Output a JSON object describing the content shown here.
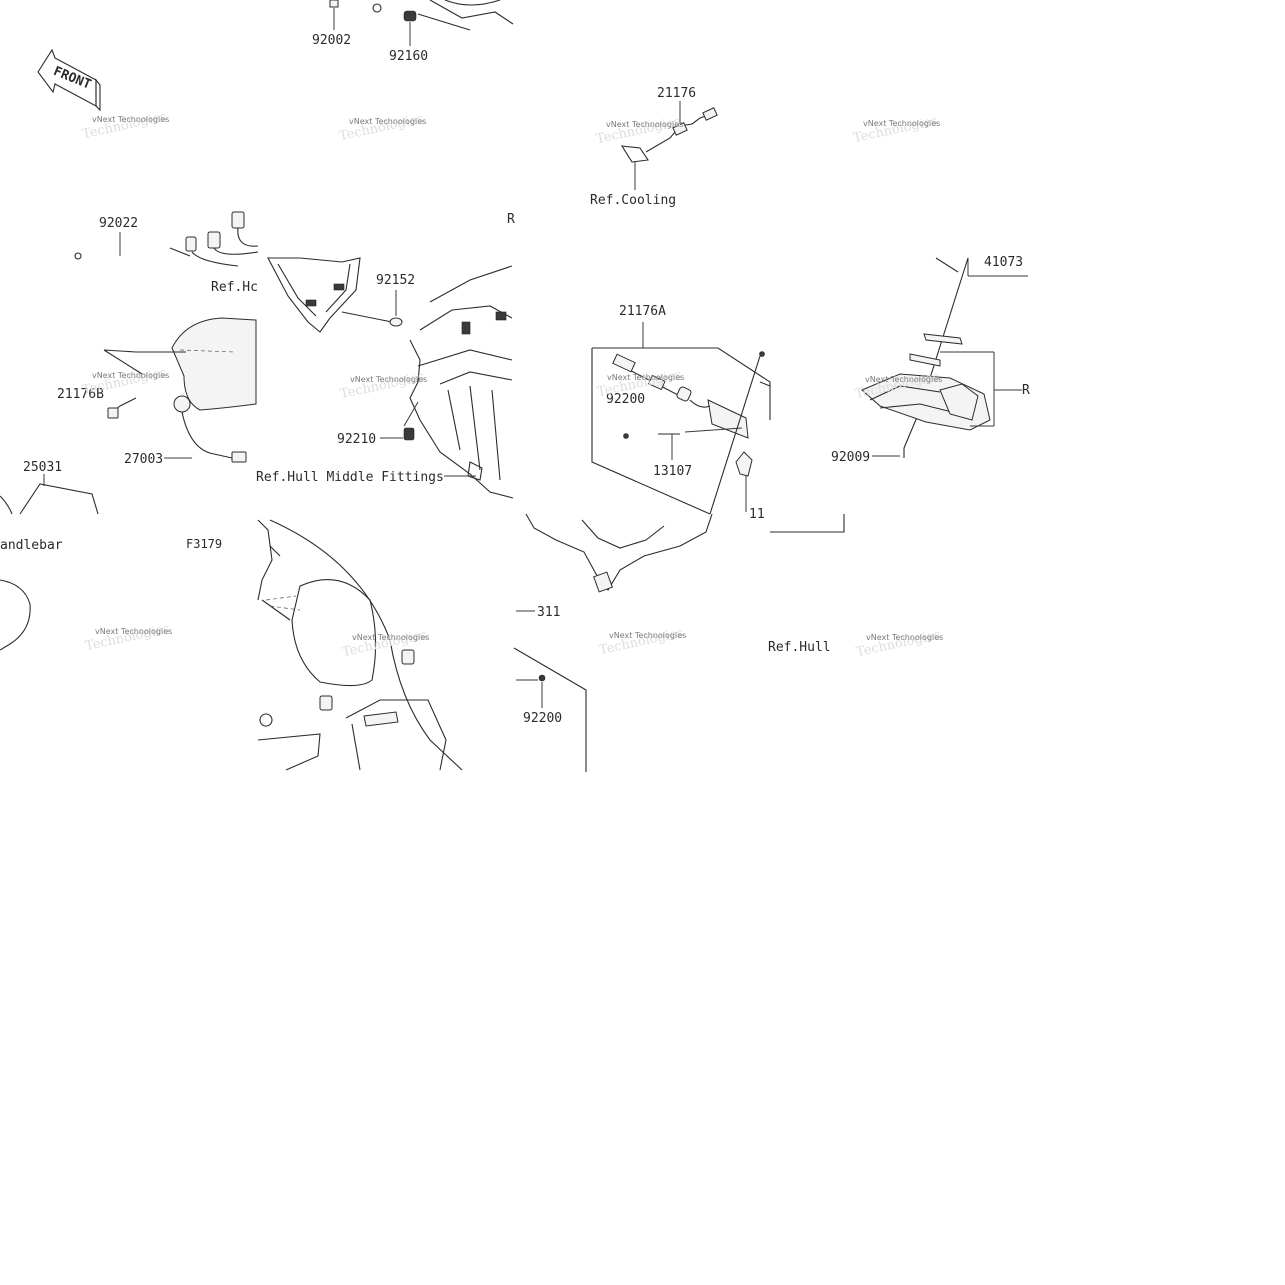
{
  "watermark": {
    "line1": "vNext Technologies",
    "line2": "Technologies"
  },
  "front_arrow": {
    "text": "FRONT"
  },
  "figure_code": "F3179",
  "labels": {
    "p92002": "92002",
    "p92160": "92160",
    "p21176": "21176",
    "refCooling": "Ref.Cooling",
    "p92022": "92022",
    "refHc": "Ref.Hc",
    "rFrag1": "R",
    "p92152": "92152",
    "p21176A": "21176A",
    "p41073": "41073",
    "p21176B": "21176B",
    "p92200a": "92200",
    "p27003": "27003",
    "p92210": "92210",
    "p13107": "13107",
    "p92009": "92009",
    "rFrag2": "R",
    "p25031": "25031",
    "refHullMiddle": "Ref.Hull Middle Fittings",
    "frag11": "11",
    "handlebar": "andlebar",
    "p311": "311",
    "refHull": "Ref.Hull",
    "p92200b": "92200"
  }
}
